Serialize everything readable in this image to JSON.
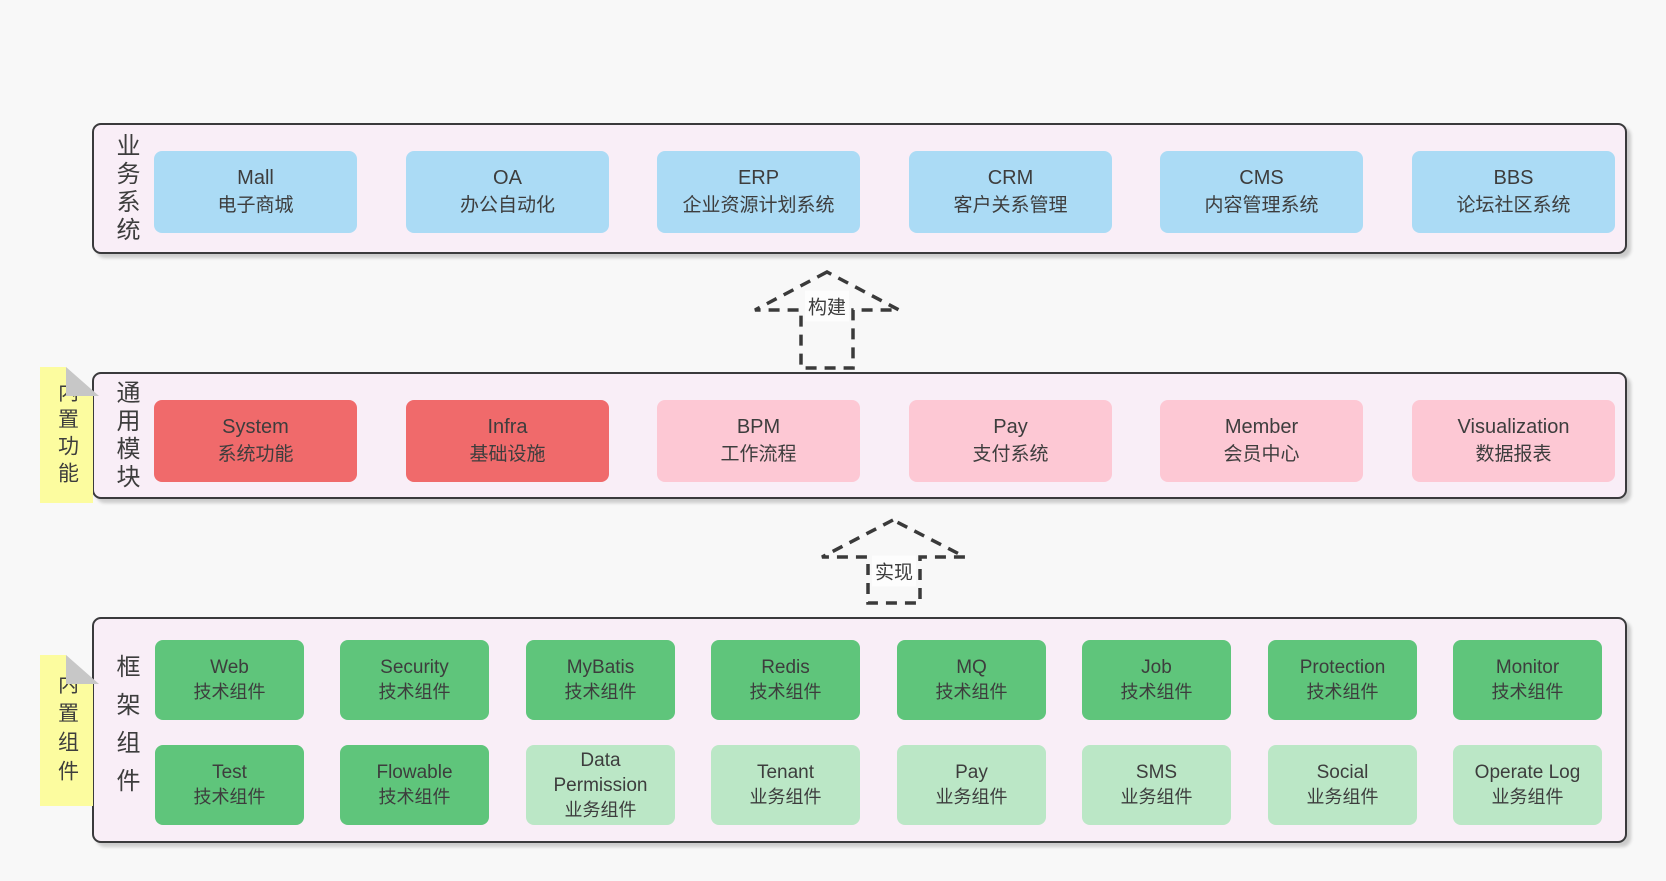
{
  "diagram": {
    "bands": [
      {
        "label": "业务系统",
        "boxes": [
          {
            "title": "Mall",
            "subtitle": "电子商城",
            "variant": "blue"
          },
          {
            "title": "OA",
            "subtitle": "办公自动化",
            "variant": "blue"
          },
          {
            "title": "ERP",
            "subtitle": "企业资源计划系统",
            "variant": "blue"
          },
          {
            "title": "CRM",
            "subtitle": "客户关系管理",
            "variant": "blue"
          },
          {
            "title": "CMS",
            "subtitle": "内容管理系统",
            "variant": "blue"
          },
          {
            "title": "BBS",
            "subtitle": "论坛社区系统",
            "variant": "blue"
          }
        ]
      },
      {
        "label": "通用模块",
        "sticky": "内置功能",
        "boxes": [
          {
            "title": "System",
            "subtitle": "系统功能",
            "variant": "red"
          },
          {
            "title": "Infra",
            "subtitle": "基础设施",
            "variant": "red"
          },
          {
            "title": "BPM",
            "subtitle": "工作流程",
            "variant": "pink"
          },
          {
            "title": "Pay",
            "subtitle": "支付系统",
            "variant": "pink"
          },
          {
            "title": "Member",
            "subtitle": "会员中心",
            "variant": "pink"
          },
          {
            "title": "Visualization",
            "subtitle": "数据报表",
            "variant": "pink"
          }
        ]
      },
      {
        "label": "框架组件",
        "sticky": "内置组件",
        "rows": [
          [
            {
              "title": "Web",
              "subtitle": "技术组件",
              "variant": "green"
            },
            {
              "title": "Security",
              "subtitle": "技术组件",
              "variant": "green"
            },
            {
              "title": "MyBatis",
              "subtitle": "技术组件",
              "variant": "green"
            },
            {
              "title": "Redis",
              "subtitle": "技术组件",
              "variant": "green"
            },
            {
              "title": "MQ",
              "subtitle": "技术组件",
              "variant": "green"
            },
            {
              "title": "Job",
              "subtitle": "技术组件",
              "variant": "green"
            },
            {
              "title": "Protection",
              "subtitle": "技术组件",
              "variant": "green"
            },
            {
              "title": "Monitor",
              "subtitle": "技术组件",
              "variant": "green"
            }
          ],
          [
            {
              "title": "Test",
              "subtitle": "技术组件",
              "variant": "green"
            },
            {
              "title": "Flowable",
              "subtitle": "技术组件",
              "variant": "green"
            },
            {
              "title": "Data Permission",
              "subtitle": "业务组件",
              "variant": "lightgreen"
            },
            {
              "title": "Tenant",
              "subtitle": "业务组件",
              "variant": "lightgreen"
            },
            {
              "title": "Pay",
              "subtitle": "业务组件",
              "variant": "lightgreen"
            },
            {
              "title": "SMS",
              "subtitle": "业务组件",
              "variant": "lightgreen"
            },
            {
              "title": "Social",
              "subtitle": "业务组件",
              "variant": "lightgreen"
            },
            {
              "title": "Operate Log",
              "subtitle": "业务组件",
              "variant": "lightgreen"
            }
          ]
        ]
      }
    ],
    "arrows": [
      {
        "label": "构建"
      },
      {
        "label": "实现"
      }
    ],
    "colors": {
      "page_background": "#f8f8f8",
      "band_background": "#f9eef7",
      "band_border": "#3a3a3c",
      "business_system_box": "#abdbf5",
      "core_module_box": "#f06a6b",
      "optional_module_box": "#fdc8d4",
      "tech_component_box": "#5fc57b",
      "biz_component_box": "#bbe7c6",
      "sticky_note": "#fcfc9f",
      "sticky_fold": "#c7c7c7",
      "text": "#3d3d3d"
    }
  }
}
